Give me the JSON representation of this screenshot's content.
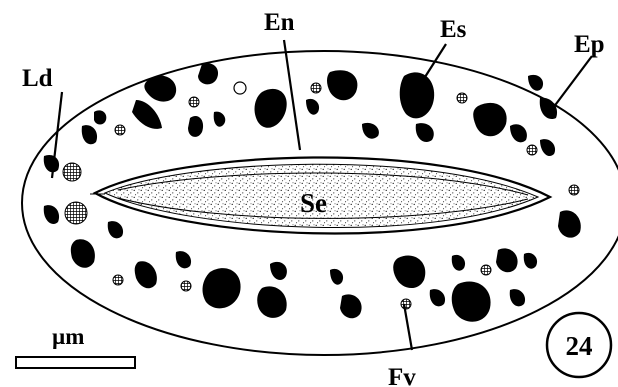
{
  "labels": {
    "en": "En",
    "es": "Es",
    "ep": "Ep",
    "ld": "Ld",
    "se": "Se",
    "fv": "Fv",
    "scale": "µm",
    "figure_number": "24"
  }
}
